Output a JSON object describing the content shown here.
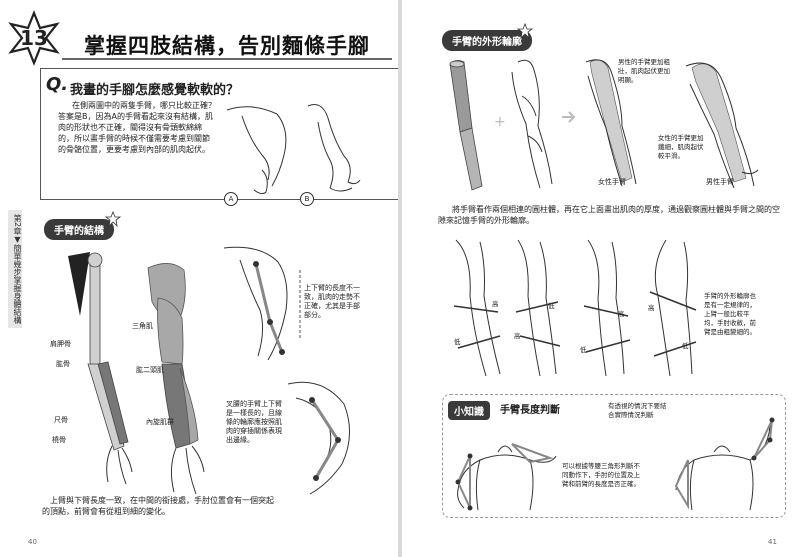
{
  "left": {
    "chapter_number": "13",
    "chapter_title": "掌握四肢結構，告別麵條手腳",
    "side_tab": "第2章▼簡單幾步掌握身體結構",
    "question": {
      "mark": "Q.",
      "title": "我畫的手腳怎麼感覺軟軟的？",
      "body": "在側兩圖中的兩隻手臂，哪只比較正確？答案是B，因為A的手臂看起來沒有結構，肌肉的形狀也不正確，關得沒有骨頭軟綿綿的，所以畫手臂的時候不僅需要考慮到關節的骨骼位置，更要考慮到內部的肌肉起伏。",
      "label_a": "A",
      "label_b": "B"
    },
    "section_pill": "手臂的結構",
    "labels": {
      "scapula": "肩胛骨",
      "humerus": "肱骨",
      "ulna": "尺骨",
      "radius": "橈骨",
      "deltoid": "三角肌",
      "biceps": "肱二頭肌",
      "forearm_muscles": "內旋肌群"
    },
    "note_upper": "上下臂的長度不一致，肌肉的走勢不正確，尤其是手部部分。",
    "note_lower": "叉腰的手臂上下臂是一樣長的，且線條的輪廓應按照肌肉的穿插關係表現出邊緣。",
    "caption_bottom": "上臂與下臂長度一致，在中間的銜接處，手肘位置會有一個突起的頂點，前臂會有從粗到細的變化。",
    "page_number": "40"
  },
  "right": {
    "section_pill": "手臂的外形輪廓",
    "note_male": "男性的手臂更加粗壯，肌肉起伏更加明顯。",
    "note_female": "女性的手臂更加纖細，肌肉起伏較平滑。",
    "label_female": "女性手臂",
    "label_male": "男性手臂",
    "caption_mid": "將手臂看作兩個相連的圓柱體，再在它上面畫出肌肉的厚度，通過觀察圓柱體與手臂之間的空隙來記憶手臂的外形輪廓。",
    "label_high": "高",
    "label_low": "低",
    "note_shape": "手臂的外形輪廓也是有一定規律的，上臂一般比較平均，手肘收斂，前臂是由粗變細的。",
    "tip": {
      "pill": "小知識",
      "title": "手臂長度判斷",
      "note_top": "有透視的情況下要結合實際情況判斷",
      "note_center": "可以根據等腰三角形判斷不同動作下，手肘的位置及上臂和前臂的長度是否正確。"
    },
    "page_number": "41"
  }
}
